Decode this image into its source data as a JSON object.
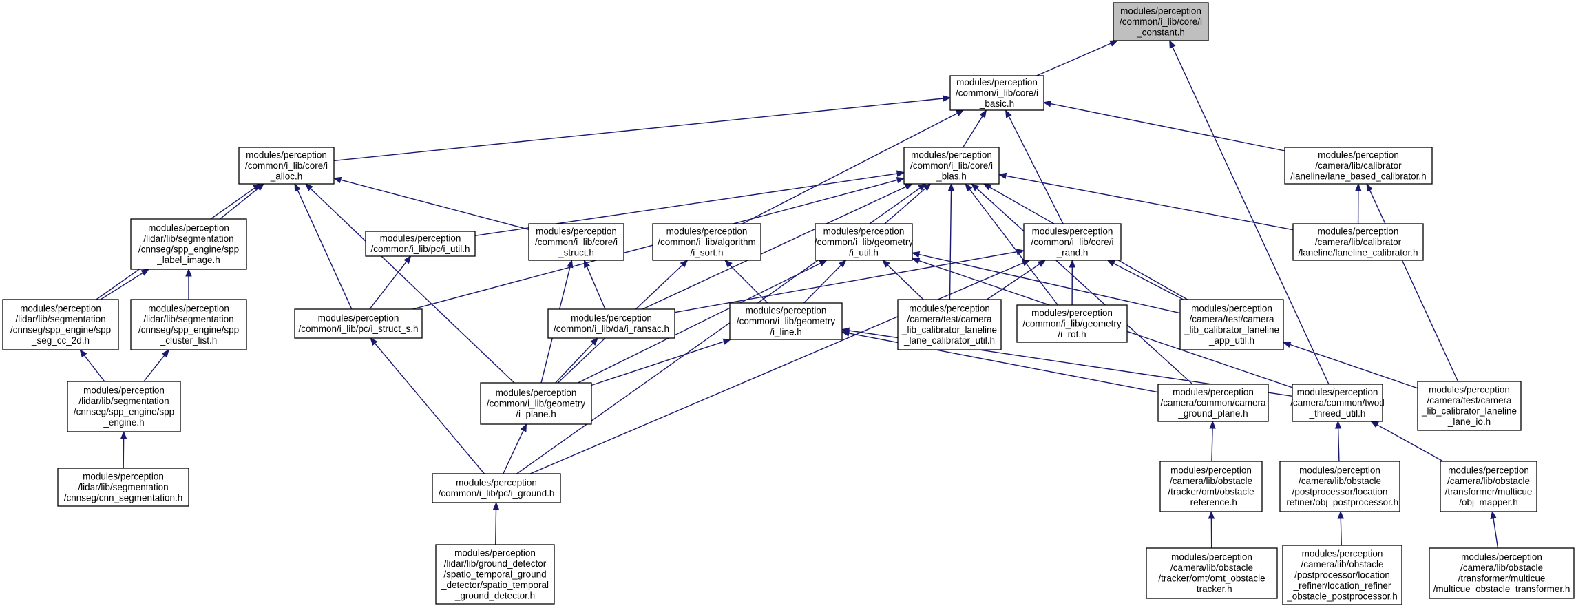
{
  "graph": {
    "nodes": [
      {
        "id": "n0",
        "lines": [
          "modules/perception",
          "/common/i_lib/core/i",
          "_constant.h"
        ],
        "root": true
      },
      {
        "id": "n1",
        "lines": [
          "modules/perception",
          "/common/i_lib/core/i",
          "_basic.h"
        ]
      },
      {
        "id": "n2",
        "lines": [
          "modules/perception",
          "/common/i_lib/core/i",
          "_alloc.h"
        ]
      },
      {
        "id": "n3",
        "lines": [
          "modules/perception",
          "/common/i_lib/core/i",
          "_blas.h"
        ]
      },
      {
        "id": "n4",
        "lines": [
          "modules/perception",
          "/camera/lib/calibrator",
          "/laneline/lane_based_calibrator.h"
        ]
      },
      {
        "id": "n5",
        "lines": [
          "modules/perception",
          "/lidar/lib/segmentation",
          "/cnnseg/spp_engine/spp",
          "_label_image.h"
        ]
      },
      {
        "id": "n6",
        "lines": [
          "modules/perception",
          "/common/i_lib/pc/i_util.h"
        ]
      },
      {
        "id": "n7",
        "lines": [
          "modules/perception",
          "/common/i_lib/core/i",
          "_struct.h"
        ]
      },
      {
        "id": "n8",
        "lines": [
          "modules/perception",
          "/common/i_lib/algorithm",
          "/i_sort.h"
        ]
      },
      {
        "id": "n9",
        "lines": [
          "modules/perception",
          "/common/i_lib/geometry",
          "/i_util.h"
        ]
      },
      {
        "id": "n10",
        "lines": [
          "modules/perception",
          "/common/i_lib/core/i",
          "_rand.h"
        ]
      },
      {
        "id": "n11",
        "lines": [
          "modules/perception",
          "/camera/lib/calibrator",
          "/laneline/laneline_calibrator.h"
        ]
      },
      {
        "id": "n12",
        "lines": [
          "modules/perception",
          "/lidar/lib/segmentation",
          "/cnnseg/spp_engine/spp",
          "_seg_cc_2d.h"
        ]
      },
      {
        "id": "n13",
        "lines": [
          "modules/perception",
          "/lidar/lib/segmentation",
          "/cnnseg/spp_engine/spp",
          "_cluster_list.h"
        ]
      },
      {
        "id": "n14",
        "lines": [
          "modules/perception",
          "/common/i_lib/pc/i_struct_s.h"
        ]
      },
      {
        "id": "n15",
        "lines": [
          "modules/perception",
          "/common/i_lib/da/i_ransac.h"
        ]
      },
      {
        "id": "n16",
        "lines": [
          "modules/perception",
          "/common/i_lib/geometry",
          "/i_line.h"
        ]
      },
      {
        "id": "n17",
        "lines": [
          "modules/perception",
          "/camera/test/camera",
          "_lib_calibrator_laneline",
          "_lane_calibrator_util.h"
        ]
      },
      {
        "id": "n18",
        "lines": [
          "modules/perception",
          "/common/i_lib/geometry",
          "/i_rot.h"
        ]
      },
      {
        "id": "n19",
        "lines": [
          "modules/perception",
          "/camera/test/camera",
          "_lib_calibrator_laneline",
          "_app_util.h"
        ]
      },
      {
        "id": "n20",
        "lines": [
          "modules/perception",
          "/lidar/lib/segmentation",
          "/cnnseg/spp_engine/spp",
          "_engine.h"
        ]
      },
      {
        "id": "n21",
        "lines": [
          "modules/perception",
          "/common/i_lib/geometry",
          "/i_plane.h"
        ]
      },
      {
        "id": "n22",
        "lines": [
          "modules/perception",
          "/camera/common/camera",
          "_ground_plane.h"
        ]
      },
      {
        "id": "n23",
        "lines": [
          "modules/perception",
          "/camera/common/twod",
          "_threed_util.h"
        ]
      },
      {
        "id": "n24",
        "lines": [
          "modules/perception",
          "/camera/test/camera",
          "_lib_calibrator_laneline",
          "_lane_io.h"
        ]
      },
      {
        "id": "n25",
        "lines": [
          "modules/perception",
          "/lidar/lib/segmentation",
          "/cnnseg/cnn_segmentation.h"
        ]
      },
      {
        "id": "n26",
        "lines": [
          "modules/perception",
          "/common/i_lib/pc/i_ground.h"
        ]
      },
      {
        "id": "n27",
        "lines": [
          "modules/perception",
          "/camera/lib/obstacle",
          "/tracker/omt/obstacle",
          "_reference.h"
        ]
      },
      {
        "id": "n28",
        "lines": [
          "modules/perception",
          "/camera/lib/obstacle",
          "/postprocessor/location",
          "_refiner/obj_postprocessor.h"
        ]
      },
      {
        "id": "n29",
        "lines": [
          "modules/perception",
          "/camera/lib/obstacle",
          "/transformer/multicue",
          "/obj_mapper.h"
        ]
      },
      {
        "id": "n30",
        "lines": [
          "modules/perception",
          "/lidar/lib/ground_detector",
          "/spatio_temporal_ground",
          "_detector/spatio_temporal",
          "_ground_detector.h"
        ]
      },
      {
        "id": "n31",
        "lines": [
          "modules/perception",
          "/camera/lib/obstacle",
          "/tracker/omt/omt_obstacle",
          "_tracker.h"
        ]
      },
      {
        "id": "n32",
        "lines": [
          "modules/perception",
          "/camera/lib/obstacle",
          "/postprocessor/location",
          "_refiner/location_refiner",
          "_obstacle_postprocessor.h"
        ]
      },
      {
        "id": "n33",
        "lines": [
          "modules/perception",
          "/camera/lib/obstacle",
          "/transformer/multicue",
          "/multicue_obstacle_transformer.h"
        ]
      }
    ],
    "edges": [
      {
        "from": "n1",
        "to": "n0"
      },
      {
        "from": "n23",
        "to": "n0"
      },
      {
        "from": "n2",
        "to": "n1"
      },
      {
        "from": "n3",
        "to": "n1"
      },
      {
        "from": "n4",
        "to": "n1"
      },
      {
        "from": "n8",
        "to": "n1"
      },
      {
        "from": "n10",
        "to": "n1"
      },
      {
        "from": "n5",
        "to": "n2"
      },
      {
        "from": "n12",
        "to": "n2"
      },
      {
        "from": "n14",
        "to": "n2"
      },
      {
        "from": "n21",
        "to": "n2"
      },
      {
        "from": "n7",
        "to": "n2"
      },
      {
        "from": "n14",
        "to": "n3"
      },
      {
        "from": "n6",
        "to": "n3"
      },
      {
        "from": "n26",
        "to": "n3"
      },
      {
        "from": "n15",
        "to": "n3"
      },
      {
        "from": "n9",
        "to": "n3"
      },
      {
        "from": "n17",
        "to": "n3"
      },
      {
        "from": "n18",
        "to": "n3"
      },
      {
        "from": "n19",
        "to": "n3"
      },
      {
        "from": "n22",
        "to": "n3"
      },
      {
        "from": "n11",
        "to": "n3"
      },
      {
        "from": "n11",
        "to": "n4"
      },
      {
        "from": "n24",
        "to": "n4"
      },
      {
        "from": "n12",
        "to": "n5"
      },
      {
        "from": "n13",
        "to": "n5"
      },
      {
        "from": "n14",
        "to": "n6"
      },
      {
        "from": "n21",
        "to": "n7"
      },
      {
        "from": "n15",
        "to": "n7"
      },
      {
        "from": "n21",
        "to": "n8"
      },
      {
        "from": "n16",
        "to": "n8"
      },
      {
        "from": "n21",
        "to": "n9"
      },
      {
        "from": "n16",
        "to": "n9"
      },
      {
        "from": "n17",
        "to": "n9"
      },
      {
        "from": "n19",
        "to": "n9"
      },
      {
        "from": "n23",
        "to": "n9"
      },
      {
        "from": "n15",
        "to": "n10"
      },
      {
        "from": "n17",
        "to": "n10"
      },
      {
        "from": "n18",
        "to": "n10"
      },
      {
        "from": "n19",
        "to": "n10"
      },
      {
        "from": "n26",
        "to": "n10"
      },
      {
        "from": "n20",
        "to": "n12"
      },
      {
        "from": "n20",
        "to": "n13"
      },
      {
        "from": "n26",
        "to": "n14"
      },
      {
        "from": "n21",
        "to": "n15"
      },
      {
        "from": "n21",
        "to": "n16"
      },
      {
        "from": "n22",
        "to": "n16"
      },
      {
        "from": "n23",
        "to": "n16"
      },
      {
        "from": "n24",
        "to": "n19"
      },
      {
        "from": "n25",
        "to": "n20"
      },
      {
        "from": "n26",
        "to": "n21"
      },
      {
        "from": "n27",
        "to": "n22"
      },
      {
        "from": "n28",
        "to": "n23"
      },
      {
        "from": "n29",
        "to": "n23"
      },
      {
        "from": "n30",
        "to": "n26"
      },
      {
        "from": "n31",
        "to": "n27"
      },
      {
        "from": "n32",
        "to": "n28"
      },
      {
        "from": "n33",
        "to": "n29"
      }
    ]
  }
}
